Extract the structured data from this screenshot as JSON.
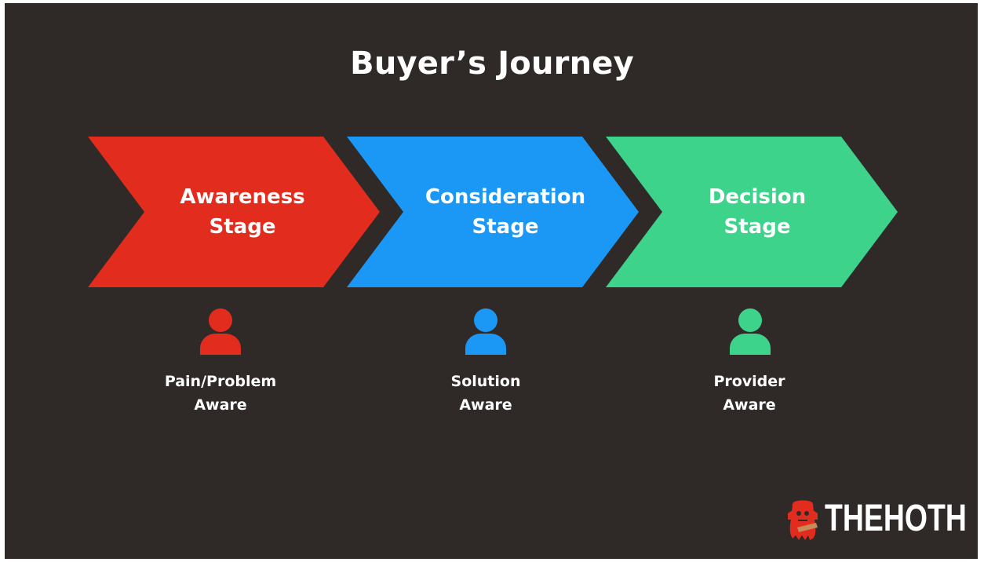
{
  "title": "Buyer’s Journey",
  "stages": [
    {
      "name_line1": "Awareness",
      "name_line2": "Stage",
      "persona_line1": "Pain/Problem",
      "persona_line2": "Aware",
      "color": "#e22c1e"
    },
    {
      "name_line1": "Consideration",
      "name_line2": "Stage",
      "persona_line1": "Solution",
      "persona_line2": "Aware",
      "color": "#1b97f5"
    },
    {
      "name_line1": "Decision",
      "name_line2": "Stage",
      "persona_line1": "Provider",
      "persona_line2": "Aware",
      "color": "#3dd38b"
    }
  ],
  "colors": {
    "background": "#2f2a28",
    "text": "#ffffff",
    "logo_mascot": "#e22c1e"
  },
  "logo": {
    "text": "THEHOTH",
    "icon": "hoth-mascot-icon"
  }
}
